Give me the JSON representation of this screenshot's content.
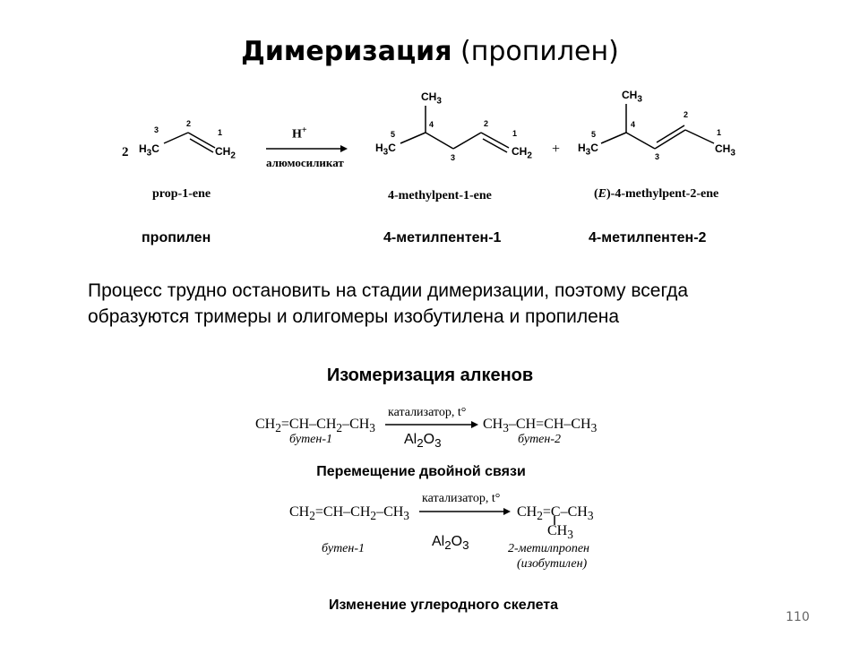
{
  "slide": {
    "title_bold": "Димеризация",
    "title_rest": " (пропилен)",
    "page_number": "110"
  },
  "scheme": {
    "coef": "2",
    "catalyst_top": "H",
    "catalyst_charge": "+",
    "catalyst_bottom": "алюмосиликат",
    "plus": "+",
    "propene_atoms": {
      "n3": "3",
      "n2": "2",
      "n1": "1",
      "left": "H3C",
      "right": "CH2"
    },
    "product1_atoms": {
      "ch3": "CH3",
      "n4": "4",
      "n5": "5",
      "n2": "2",
      "n1": "1",
      "n3": "3",
      "left": "H3C",
      "right": "CH2"
    },
    "product2_atoms": {
      "ch3": "CH3",
      "n4": "4",
      "n5": "5",
      "n2": "2",
      "n1": "1",
      "n3": "3",
      "left": "H3C",
      "right": "CH3"
    },
    "name_propene_en": "prop-1-ene",
    "name_p1_en": "4-methylpent-1-ene",
    "name_p2_prefix": "(",
    "name_p2_e": "E",
    "name_p2_en": ")-4-methylpent-2-ene",
    "name_propene_ru": "пропилен",
    "name_p1_ru": "4-метилпентен-1",
    "name_p2_ru": "4-метилпентен-2"
  },
  "paragraph": "Процесс трудно остановить на стадии димеризации, поэтому всегда образуются тримеры и олигомеры изобутилена и пропилена",
  "isomerization": {
    "heading": "Изомеризация алкенов",
    "r1": {
      "reactant": "CH2=CH–CH2–CH3",
      "reactant_name": "бутен-1",
      "condition": "катализатор, t°",
      "catalyst": "Al2O3",
      "product": "CH3–CH=CH–CH3",
      "product_name": "бутен-2",
      "caption": "Перемещение двойной связи"
    },
    "r2": {
      "reactant": "CH2=CH–CH2–CH3",
      "reactant_name": "бутен-1",
      "condition": "катализатор, t°",
      "catalyst": "Al2O3",
      "product": "CH2=C–CH3",
      "product_branch": "CH3",
      "product_name": "2-метилпропен",
      "product_name2": "(изобутилен)",
      "caption": "Изменение углеродного скелета"
    }
  }
}
